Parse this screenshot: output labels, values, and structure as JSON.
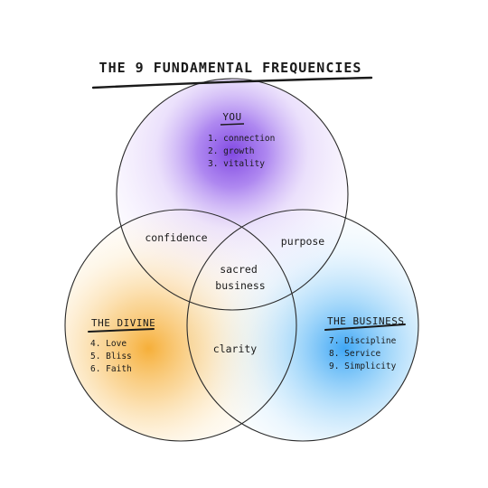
{
  "title": "THE 9 FUNDAMENTAL FREQUENCIES",
  "circles": {
    "you": {
      "heading": "YOU",
      "color": "#7a3fe0",
      "items": [
        "1. connection",
        "2. growth",
        "3. vitality"
      ]
    },
    "divine": {
      "heading": "THE DIVINE",
      "color": "#f5a623",
      "items": [
        "4. Love",
        "5. Bliss",
        "6. Faith"
      ]
    },
    "business": {
      "heading": "THE BUSINESS",
      "color": "#2a9df4",
      "items": [
        "7. Discipline",
        "8. Service",
        "9. Simplicity"
      ]
    }
  },
  "overlaps": {
    "you_divine": "confidence",
    "you_business": "purpose",
    "divine_business": "clarity",
    "center_line1": "sacred",
    "center_line2": "business"
  }
}
